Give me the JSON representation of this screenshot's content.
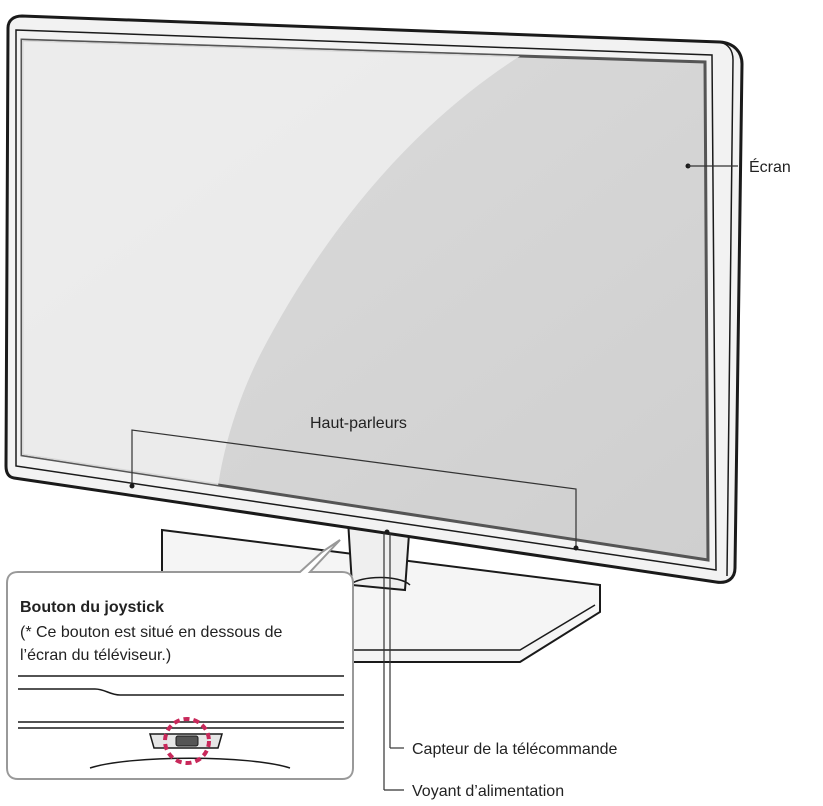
{
  "labels": {
    "screen": "Écran",
    "speakers": "Haut-parleurs",
    "remote_sensor": "Capteur de la télécommande",
    "power_indicator": "Voyant d’alimentation"
  },
  "inset": {
    "title": "Bouton du joystick",
    "note_line1": "(* Ce bouton est situé en dessous de",
    "note_line2": "l’écran du téléviseur.)"
  },
  "colors": {
    "frame": "#1a1a1a",
    "bezel_fill": "#f2f2f2",
    "screen_fill": "#d6d6d6",
    "screen_highlight": "#ececec",
    "leader": "#333333",
    "highlight_circle": "#c8285a",
    "inset_border": "#999999"
  }
}
